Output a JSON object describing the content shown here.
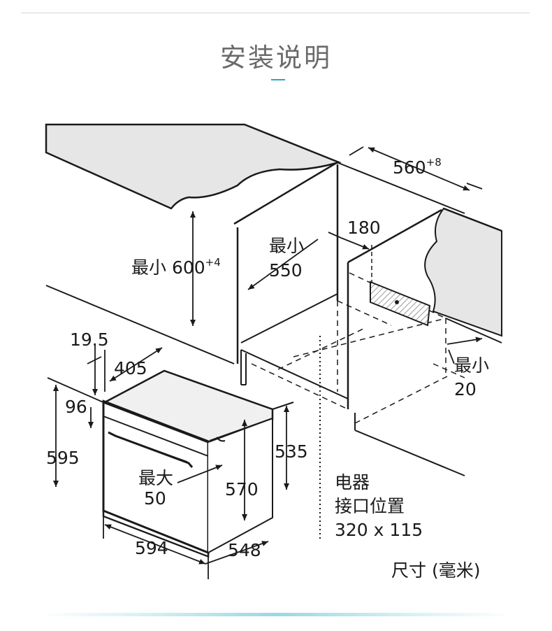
{
  "title": "安装说明",
  "colors": {
    "accent": "#2aa6c4",
    "line": "#1a1a1a",
    "countertop": "#e6e6e6",
    "hatch": "#cccccc"
  },
  "cabinet": {
    "height_prefix": "最小 600",
    "height_sup": "+4",
    "depth_min_line1": "最小",
    "depth_min_line2": "550",
    "width_base": "560",
    "width_sup": "+8",
    "back_gap": "180",
    "side_gap_line1": "最小",
    "side_gap_line2": "20",
    "connection_line1": "电器",
    "connection_line2": "接口位置",
    "connection_line3": "320 x 115"
  },
  "oven": {
    "top_offset": "19.5",
    "top_depth": "405",
    "panel_offset": "96",
    "total_height": "595",
    "gap_line1": "最大",
    "gap_line2": "50",
    "body_height_570": "570",
    "body_height_535": "535",
    "width": "594",
    "depth": "548"
  },
  "units": "尺寸 (毫米)"
}
